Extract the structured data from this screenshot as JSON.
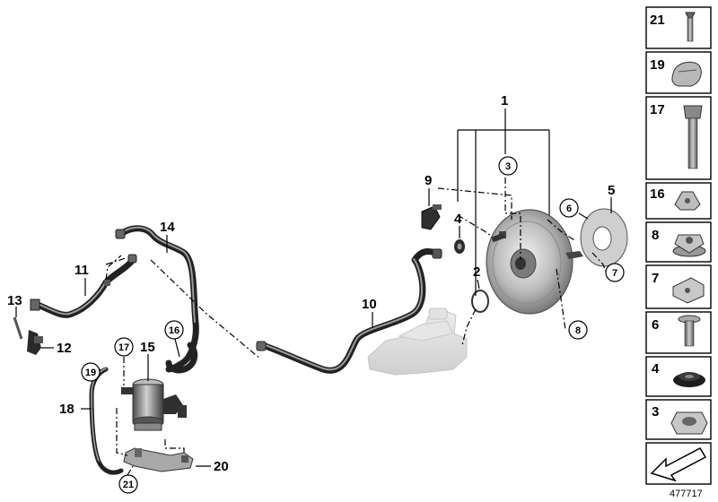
{
  "callouts": {
    "c1": "1",
    "c2": "2",
    "c3": "3",
    "c4": "4",
    "c5": "5",
    "c6": "6",
    "c7": "7",
    "c8": "8",
    "c9": "9",
    "c10": "10",
    "c11": "11",
    "c12": "12",
    "c13": "13",
    "c14": "14",
    "c15": "15",
    "c16": "16",
    "c17": "17",
    "c18": "18",
    "c19": "19",
    "c20": "20",
    "c21": "21"
  },
  "legend": {
    "items": [
      "21",
      "19",
      "17",
      "16",
      "8",
      "7",
      "6",
      "4",
      "3"
    ]
  },
  "diagram_code": "477717",
  "colors": {
    "line": "#000000",
    "hose": "#222222",
    "part": "#3a3a3a",
    "ghost": "#d9d9d9",
    "legend_border": "#000000"
  }
}
